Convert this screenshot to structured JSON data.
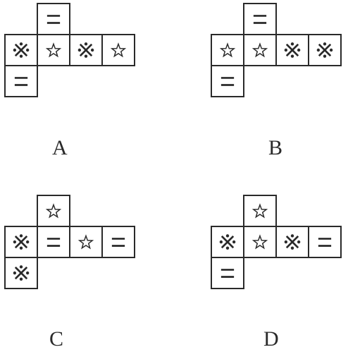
{
  "symbols": {
    "equals": {
      "icon": "double-bar-icon"
    },
    "star": {
      "icon": "star-outline-icon"
    },
    "reference": {
      "icon": "reference-mark-icon"
    }
  },
  "options": [
    {
      "label": "A",
      "cells": [
        {
          "row": 0,
          "col": 1,
          "symbol": "equals"
        },
        {
          "row": 1,
          "col": 0,
          "symbol": "reference"
        },
        {
          "row": 1,
          "col": 1,
          "symbol": "star"
        },
        {
          "row": 1,
          "col": 2,
          "symbol": "reference"
        },
        {
          "row": 1,
          "col": 3,
          "symbol": "star"
        },
        {
          "row": 2,
          "col": 0,
          "symbol": "equals"
        }
      ]
    },
    {
      "label": "B",
      "cells": [
        {
          "row": 0,
          "col": 1,
          "symbol": "equals"
        },
        {
          "row": 1,
          "col": 0,
          "symbol": "star"
        },
        {
          "row": 1,
          "col": 1,
          "symbol": "star"
        },
        {
          "row": 1,
          "col": 2,
          "symbol": "reference"
        },
        {
          "row": 1,
          "col": 3,
          "symbol": "reference"
        },
        {
          "row": 2,
          "col": 0,
          "symbol": "equals"
        }
      ]
    },
    {
      "label": "C",
      "cells": [
        {
          "row": 0,
          "col": 1,
          "symbol": "star"
        },
        {
          "row": 1,
          "col": 0,
          "symbol": "reference"
        },
        {
          "row": 1,
          "col": 1,
          "symbol": "equals"
        },
        {
          "row": 1,
          "col": 2,
          "symbol": "star"
        },
        {
          "row": 1,
          "col": 3,
          "symbol": "equals"
        },
        {
          "row": 2,
          "col": 0,
          "symbol": "reference"
        }
      ]
    },
    {
      "label": "D",
      "cells": [
        {
          "row": 0,
          "col": 1,
          "symbol": "star"
        },
        {
          "row": 1,
          "col": 0,
          "symbol": "reference"
        },
        {
          "row": 1,
          "col": 1,
          "symbol": "star"
        },
        {
          "row": 1,
          "col": 2,
          "symbol": "reference"
        },
        {
          "row": 1,
          "col": 3,
          "symbol": "equals"
        },
        {
          "row": 2,
          "col": 0,
          "symbol": "equals"
        }
      ]
    }
  ]
}
